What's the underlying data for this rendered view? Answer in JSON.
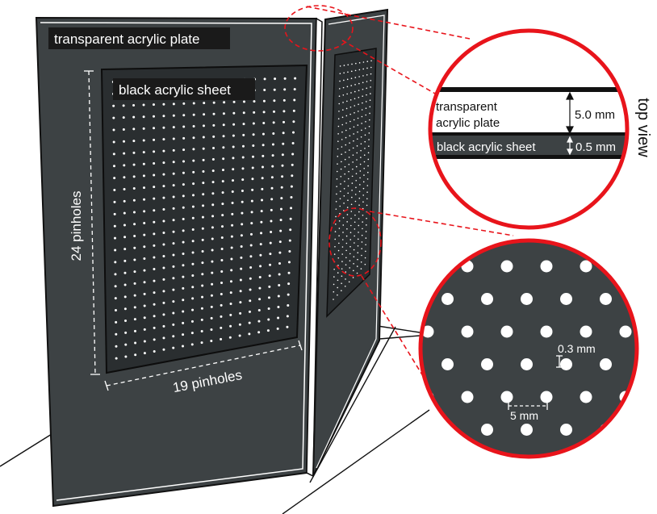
{
  "labels": {
    "plate": "transparent acrylic plate",
    "sheet": "black acrylic sheet",
    "rows": "24 pinholes",
    "cols": "19 pinholes",
    "top_view": "top view",
    "top_plate_line1": "transparent",
    "top_plate_line2": "acrylic plate",
    "top_plate_thickness": "5.0 mm",
    "top_sheet": "black acrylic sheet",
    "top_sheet_thickness": "0.5 mm",
    "hole_diameter": "0.3 mm",
    "hole_pitch": "5 mm"
  },
  "pinhole_grid": {
    "rows": 24,
    "cols": 19
  },
  "colors": {
    "plate": "#3d4244",
    "sheet": "#2a2e30",
    "zoom_circle": "#e8141b",
    "hole": "#ffffff",
    "outline": "#111111"
  }
}
